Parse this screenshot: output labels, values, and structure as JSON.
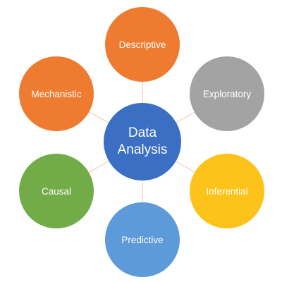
{
  "center": {
    "label_line1": "Data",
    "label_line2": "Analysis",
    "color": "#3a6fc4"
  },
  "nodes": [
    {
      "label": "Descriptive",
      "color": "#ee7b30"
    },
    {
      "label": "Exploratory",
      "color": "#a3a3a3"
    },
    {
      "label": "Inferential",
      "color": "#fec31a"
    },
    {
      "label": "Predictive",
      "color": "#5d9ad9"
    },
    {
      "label": "Causal",
      "color": "#71ac48"
    },
    {
      "label": "Mechanistic",
      "color": "#ee7b30"
    }
  ],
  "connector_color": "#f2c1a4"
}
